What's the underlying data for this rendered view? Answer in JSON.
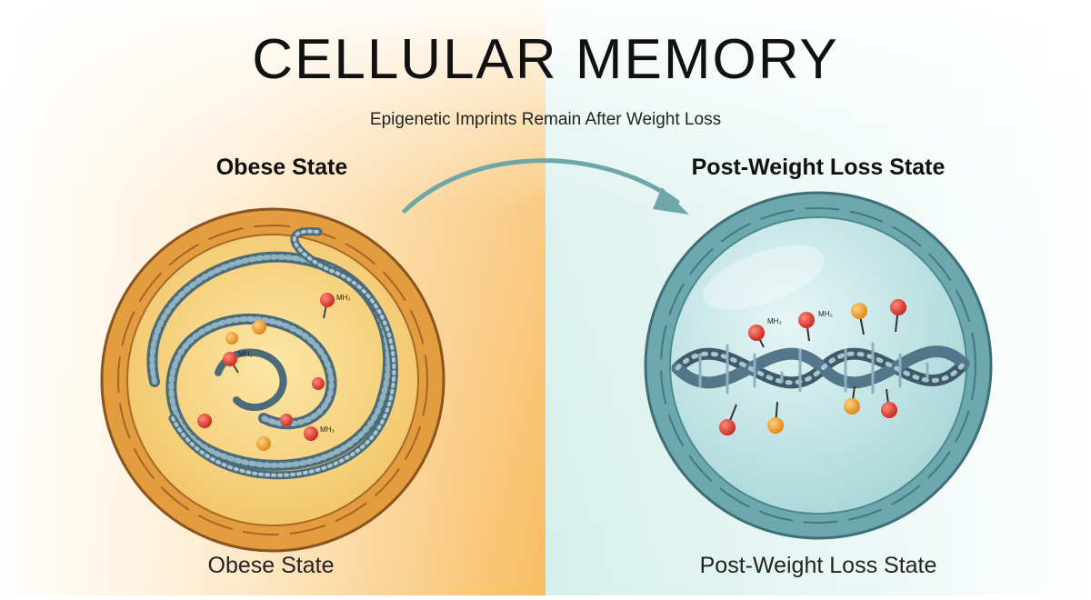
{
  "title": "CELLULAR MEMORY",
  "subtitle": "Epigenetic Imprints Remain After Weight Loss",
  "left_panel": {
    "heading": "Obese State",
    "caption": "Obese State",
    "mark_label": "MH₃",
    "colors": {
      "membrane": "#e09a3c",
      "cytoplasm": "#f6d47a",
      "background": "#f9c06a"
    }
  },
  "right_panel": {
    "heading": "Post-Weight Loss State",
    "caption": "Post-Weight Loss State",
    "mark_label": "MH₃",
    "colors": {
      "membrane": "#5c9ba3",
      "cytoplasm": "#bfe3e3",
      "background": "#d6efec"
    }
  },
  "arrow": {
    "direction": "left-to-right",
    "color": "#6fa7a8"
  },
  "marker_colors": {
    "red": "#e0382e",
    "orange": "#f09a24"
  }
}
